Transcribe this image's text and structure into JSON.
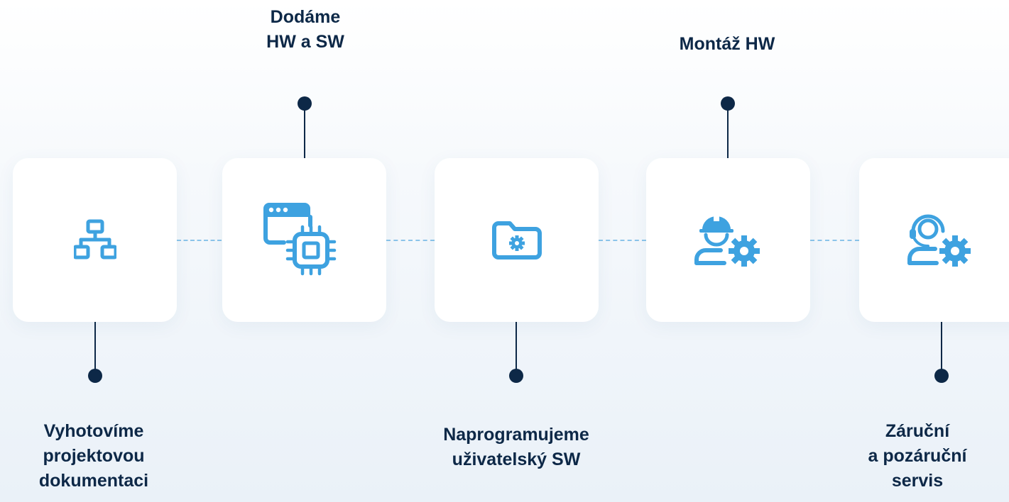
{
  "accent_color": "#3ea2e0",
  "line_color": "#0d2847",
  "steps": [
    {
      "icon": "network-icon",
      "label_lines": [
        "Vyhotovíme",
        "projektovou",
        "dokumentaci"
      ]
    },
    {
      "icon": "hardware-software-icon",
      "label_lines": [
        "Dodáme",
        "HW a SW"
      ]
    },
    {
      "icon": "folder-settings-icon",
      "label_lines": [
        "Naprogramujeme",
        "uživatelský SW"
      ]
    },
    {
      "icon": "worker-settings-icon",
      "label_lines": [
        "Montáž HW"
      ]
    },
    {
      "icon": "support-settings-icon",
      "label_lines": [
        "Záruční",
        "a pozáruční",
        "servis"
      ]
    }
  ]
}
